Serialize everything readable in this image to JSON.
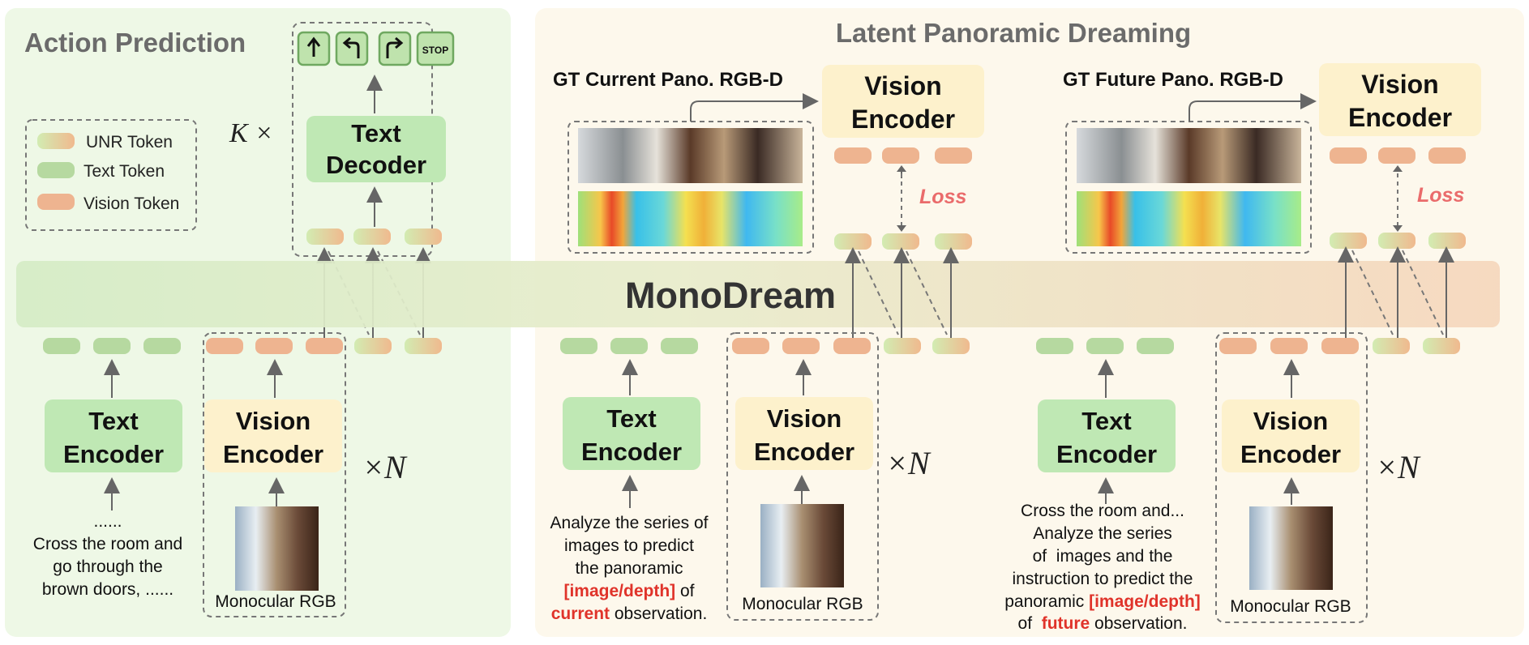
{
  "action_panel": {
    "title": "Action Prediction",
    "k_label": "K ×",
    "legend": [
      {
        "label": "UNR Token",
        "kind": "unr"
      },
      {
        "label": "Text Token",
        "kind": "text"
      },
      {
        "label": "Vision Token",
        "kind": "vision"
      }
    ],
    "action_icons": [
      "up-arrow-icon",
      "turn-left-icon",
      "turn-right-icon",
      "stop-icon"
    ],
    "stop_label": "STOP",
    "text_decoder": [
      "Text",
      "Decoder"
    ],
    "text_encoder": [
      "Text",
      "Encoder"
    ],
    "vision_encoder": [
      "Vision",
      "Encoder"
    ],
    "n_label": "×N",
    "instruction_lines": [
      "......",
      "Cross the room and",
      "go through the",
      "brown doors, ......"
    ],
    "rgb_caption": "Monocular RGB"
  },
  "dream_panel": {
    "title": "Latent Panoramic Dreaming",
    "current": {
      "gt_label": "GT Current Pano. RGB-D",
      "vision_encoder_top": [
        "Vision",
        "Encoder"
      ],
      "loss": "Loss",
      "text_encoder": [
        "Text",
        "Encoder"
      ],
      "vision_encoder": [
        "Vision",
        "Encoder"
      ],
      "n_label": "×N",
      "prompt_lines": [
        [
          {
            "t": "Analyze the series of"
          }
        ],
        [
          {
            "t": "images to predict"
          }
        ],
        [
          {
            "t": "the panoramic"
          }
        ],
        [
          {
            "t": "[image/depth]",
            "hl": true
          },
          {
            "t": " of"
          }
        ],
        [
          {
            "t": "current",
            "hl": true
          },
          {
            "t": " observation."
          }
        ]
      ],
      "rgb_caption": "Monocular RGB"
    },
    "future": {
      "gt_label": "GT Future Pano. RGB-D",
      "vision_encoder_top": [
        "Vision",
        "Encoder"
      ],
      "loss": "Loss",
      "text_encoder": [
        "Text",
        "Encoder"
      ],
      "vision_encoder": [
        "Vision",
        "Encoder"
      ],
      "n_label": "×N",
      "prompt_lines": [
        [
          {
            "t": "Cross the room and..."
          }
        ],
        [
          {
            "t": "Analyze the series"
          }
        ],
        [
          {
            "t": "of  images and the"
          }
        ],
        [
          {
            "t": "instruction to predict the"
          }
        ],
        [
          {
            "t": "panoramic "
          },
          {
            "t": "[image/depth]",
            "hl": true
          }
        ],
        [
          {
            "t": "of  "
          },
          {
            "t": "future",
            "hl": true
          },
          {
            "t": " observation."
          }
        ]
      ],
      "rgb_caption": "Monocular RGB"
    }
  },
  "model_name": "MonoDream",
  "colors": {
    "green_panel": "#eef8e6",
    "cream_panel": "#fdf8ec",
    "green_box": "#bfe8b4",
    "cream_box": "#fdf1cc",
    "vision_token": "#eeb490",
    "text_token": "#b6d9a0",
    "loss_red": "#ea6b6b",
    "highlight_red": "#e0332a"
  }
}
